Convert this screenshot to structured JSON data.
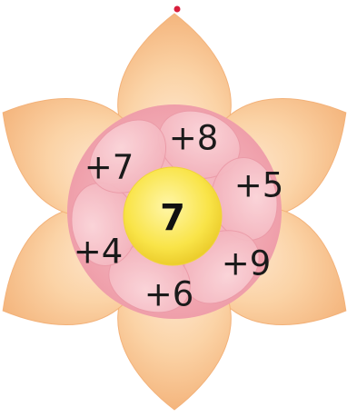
{
  "center": {
    "value": "7"
  },
  "addends": [
    {
      "label": "+8"
    },
    {
      "label": "+5"
    },
    {
      "label": "+9"
    },
    {
      "label": "+6"
    },
    {
      "label": "+4"
    },
    {
      "label": "+7"
    }
  ],
  "colors": {
    "outer_petal": "#f9cfa0",
    "outer_petal_edge": "#f3b27a",
    "inner_circle": "#f2a5b0",
    "inner_petal": "#f5b8c1",
    "center_disc": "#f8e34f",
    "dot": "#d81e3c"
  }
}
